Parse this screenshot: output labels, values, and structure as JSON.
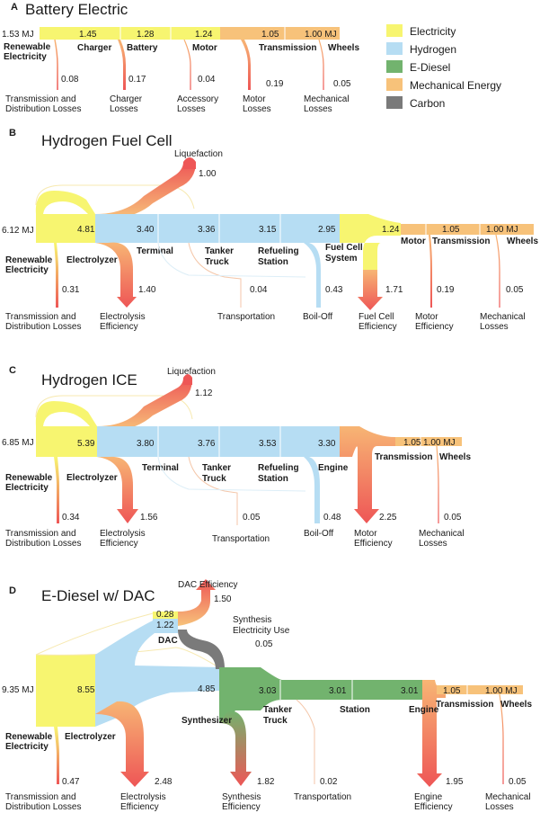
{
  "colors": {
    "electricity": "#F7F570",
    "hydrogen": "#B6DDF3",
    "ediesel": "#72B36E",
    "mechanical": "#F7C27A",
    "carbon": "#7A7A7A",
    "loss_top": "#F7B574",
    "loss_bottom": "#EE5656",
    "thin_flow": "#F4C6A8"
  },
  "legend": [
    {
      "label": "Electricity",
      "color_key": "electricity"
    },
    {
      "label": "Hydrogen",
      "color_key": "hydrogen"
    },
    {
      "label": "E-Diesel",
      "color_key": "ediesel"
    },
    {
      "label": "Mechanical Energy",
      "color_key": "mechanical"
    },
    {
      "label": "Carbon",
      "color_key": "carbon"
    }
  ],
  "panels": {
    "A": {
      "letter": "A",
      "title": "Battery Electric",
      "input": "1.53 MJ",
      "nodes": {
        "renewable": [
          "Renewable",
          "Electricity"
        ],
        "charger": "Charger",
        "battery": "Battery",
        "motor": "Motor",
        "transmission": "Transmission",
        "wheels": "Wheels"
      },
      "flows": {
        "f1": "1.45",
        "f2": "1.28",
        "f3": "1.24",
        "f4": "1.05",
        "f5": "1.00 MJ"
      },
      "losses": {
        "l1": "0.08",
        "l2": "0.17",
        "l3": "0.04",
        "l4": "0.19",
        "l5": "0.05"
      },
      "loss_labels": {
        "l1": [
          "Transmission and",
          "Distribution Losses"
        ],
        "l2": [
          "Charger",
          "Losses"
        ],
        "l3": [
          "Accessory",
          "Losses"
        ],
        "l4": [
          "Motor",
          "Losses"
        ],
        "l5": [
          "Mechanical",
          "Losses"
        ]
      }
    },
    "B": {
      "letter": "B",
      "title": "Hydrogen Fuel Cell",
      "input": "6.12 MJ",
      "nodes": {
        "renewable": [
          "Renewable",
          "Electricity"
        ],
        "electrolyzer": "Electrolyzer",
        "terminal": "Terminal",
        "tanker": [
          "Tanker",
          "Truck"
        ],
        "refueling": [
          "Refueling",
          "Station"
        ],
        "fuelcell": [
          "Fuel Cell",
          "System"
        ],
        "motor": "Motor",
        "transmission": "Transmission",
        "wheels": "Wheels",
        "liquefaction": "Liquefaction"
      },
      "flows": {
        "f1": "4.81",
        "f2": "3.40",
        "f3": "3.36",
        "f4": "3.15",
        "f5": "2.95",
        "f6": "1.24",
        "f7": "1.05",
        "f8": "1.00 MJ",
        "liq": "1.00"
      },
      "losses": {
        "l1": "0.31",
        "l2": "1.40",
        "l3": "0.04",
        "l4": "0.43",
        "l5": "1.71",
        "l6": "0.19",
        "l7": "0.05"
      },
      "loss_labels": {
        "l1": [
          "Transmission and",
          "Distribution Losses"
        ],
        "l2": [
          "Electrolysis",
          "Efficiency"
        ],
        "l3": [
          "Transportation"
        ],
        "l4": [
          "Boil-Off"
        ],
        "l5": [
          "Fuel Cell",
          "Efficiency"
        ],
        "l6": [
          "Motor",
          "Efficiency"
        ],
        "l7": [
          "Mechanical",
          "Losses"
        ]
      }
    },
    "C": {
      "letter": "C",
      "title": "Hydrogen ICE",
      "input": "6.85 MJ",
      "nodes": {
        "renewable": [
          "Renewable",
          "Electricity"
        ],
        "electrolyzer": "Electrolyzer",
        "terminal": "Terminal",
        "tanker": [
          "Tanker",
          "Truck"
        ],
        "refueling": [
          "Refueling",
          "Station"
        ],
        "engine": "Engine",
        "transmission": "Transmission",
        "wheels": "Wheels",
        "liquefaction": "Liquefaction"
      },
      "flows": {
        "f1": "5.39",
        "f2": "3.80",
        "f3": "3.76",
        "f4": "3.53",
        "f5": "3.30",
        "f6": "1.05",
        "f7": "1.00 MJ",
        "liq": "1.12"
      },
      "losses": {
        "l1": "0.34",
        "l2": "1.56",
        "l3": "0.05",
        "l4": "0.48",
        "l5": "2.25",
        "l6": "0.05"
      },
      "loss_labels": {
        "l1": [
          "Transmission and",
          "Distribution Losses"
        ],
        "l2": [
          "Electrolysis",
          "Efficiency"
        ],
        "l3": [
          "Transportation"
        ],
        "l4": [
          "Boil-Off"
        ],
        "l5": [
          "Motor",
          "Efficiency"
        ],
        "l6": [
          "Mechanical",
          "Losses"
        ]
      }
    },
    "D": {
      "letter": "D",
      "title": "E-Diesel w/ DAC",
      "input": "9.35 MJ",
      "nodes": {
        "renewable": [
          "Renewable",
          "Electricity"
        ],
        "electrolyzer": "Electrolyzer",
        "dac": "DAC",
        "synthesizer": "Synthesizer",
        "tanker": [
          "Tanker",
          "Truck"
        ],
        "station": "Station",
        "engine": "Engine",
        "transmission": "Transmission",
        "wheels": "Wheels",
        "dac_eff": "DAC Efficiency",
        "synth_elec": [
          "Synthesis",
          "Electricity Use"
        ]
      },
      "flows": {
        "f1": "8.55",
        "dac_e": "0.28",
        "dac_h": "1.22",
        "f2": "4.85",
        "f3": "3.03",
        "f4": "3.01",
        "f5": "3.01",
        "f6": "1.05",
        "f7": "1.00 MJ",
        "dac_loss": "1.50",
        "synth_e": "0.05"
      },
      "losses": {
        "l1": "0.47",
        "l2": "2.48",
        "l3": "1.82",
        "l4": "0.02",
        "l5": "1.95",
        "l6": "0.05"
      },
      "loss_labels": {
        "l1": [
          "Transmission and",
          "Distribution Losses"
        ],
        "l2": [
          "Electrolysis",
          "Efficiency"
        ],
        "l3": [
          "Synthesis",
          "Efficiency"
        ],
        "l4": [
          "Transportation"
        ],
        "l5": [
          "Engine",
          "Efficiency"
        ],
        "l6": [
          "Mechanical",
          "Losses"
        ]
      }
    }
  }
}
